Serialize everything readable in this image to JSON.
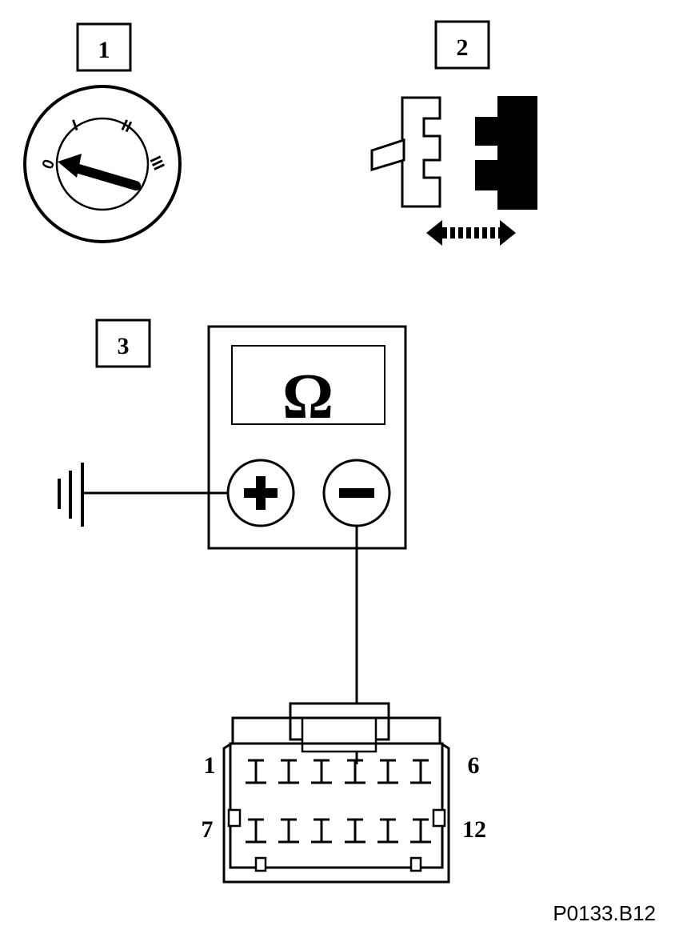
{
  "steps": [
    {
      "number": "1",
      "icon": "ignition-switch-icon"
    },
    {
      "number": "2",
      "icon": "connector-disconnect-icon"
    },
    {
      "number": "3",
      "icon": "ohmmeter-icon"
    }
  ],
  "ignition": {
    "positions": [
      "0",
      "I",
      "II",
      "III"
    ],
    "selected": "0"
  },
  "meter": {
    "symbol": "Ω",
    "plus": "+",
    "minus": "−",
    "plus_to": "ground-icon",
    "minus_to_pin": "4"
  },
  "connector": {
    "top_left": "1",
    "top_right": "6",
    "bottom_left": "7",
    "bottom_right": "12",
    "pins_per_row": 6
  },
  "reference_code": "P0133.B12"
}
